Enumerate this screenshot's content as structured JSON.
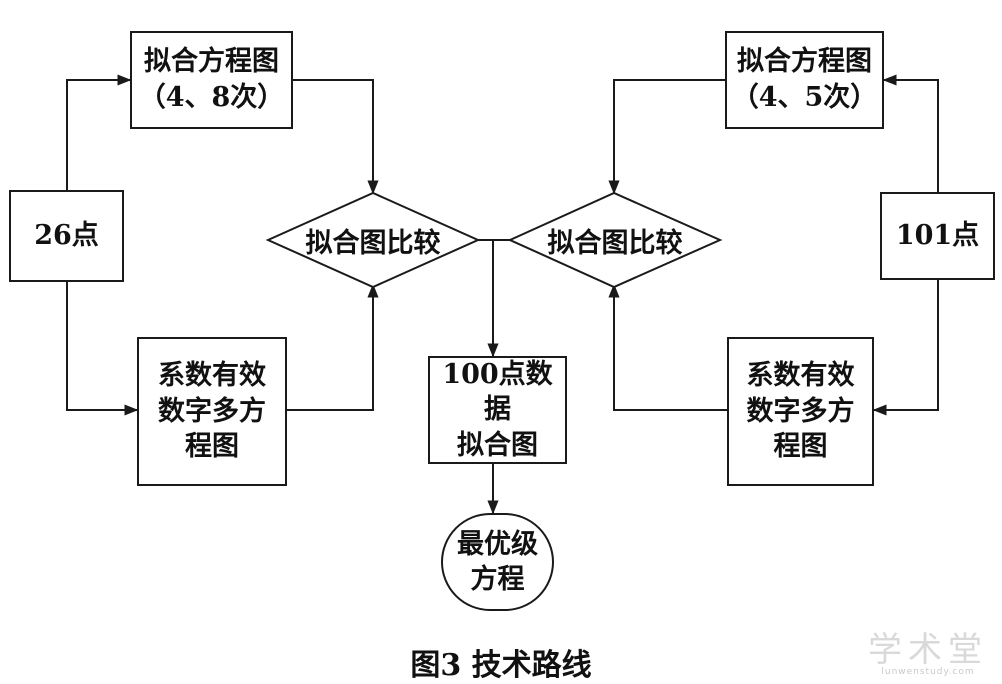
{
  "nodes": {
    "left_fit": {
      "line1": "拟合方程图",
      "line2": "（4、8次）"
    },
    "left_points": "26点",
    "left_coef": {
      "line1": "系数有效",
      "line2": "数字多方",
      "line3": "程图"
    },
    "left_compare": "拟合图比较",
    "right_compare": "拟合图比较",
    "right_fit": {
      "line1": "拟合方程图",
      "line2": "（4、5次）"
    },
    "right_points": "101点",
    "right_coef": {
      "line1": "系数有效",
      "line2": "数字多方",
      "line3": "程图"
    },
    "center_data": {
      "line1": "100点数据",
      "line2": "拟合图"
    },
    "result": {
      "line1": "最优级",
      "line2": "方程"
    }
  },
  "caption": "图3  技术路线",
  "watermark": {
    "main": "学术堂",
    "url": "lunwenstudy.com"
  }
}
